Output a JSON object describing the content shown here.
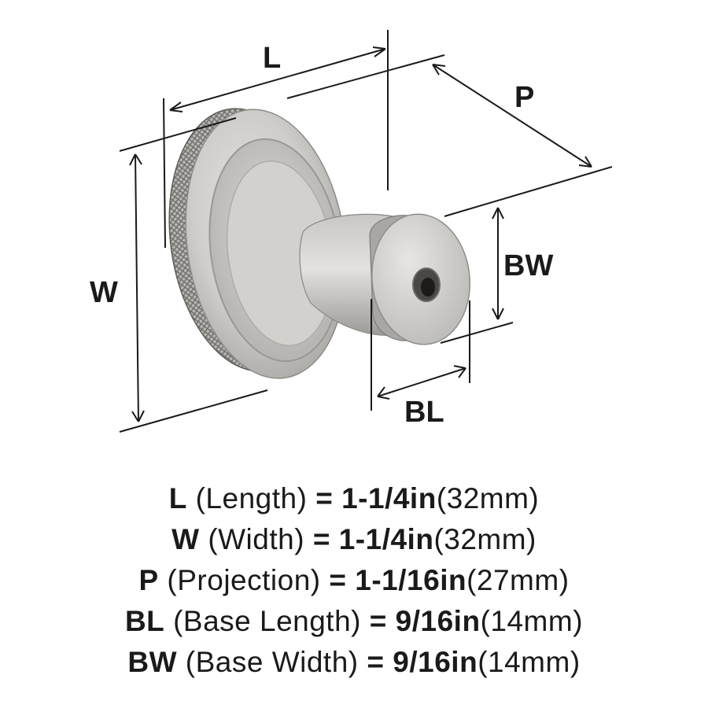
{
  "diagram": {
    "dimension_labels": {
      "length": "L",
      "width": "W",
      "projection": "P",
      "base_width": "BW",
      "base_length": "BL"
    }
  },
  "specs": [
    {
      "abbr": "L",
      "name": "(Length)",
      "equals": "=",
      "imperial": "1-1/4in",
      "metric": "(32mm)"
    },
    {
      "abbr": "W",
      "name": "(Width)",
      "equals": "=",
      "imperial": "1-1/4in",
      "metric": "(32mm)"
    },
    {
      "abbr": "P",
      "name": "(Projection)",
      "equals": "=",
      "imperial": "1-1/16in",
      "metric": "(27mm)"
    },
    {
      "abbr": "BL",
      "name": "(Base Length)",
      "equals": "=",
      "imperial": "9/16in",
      "metric": "(14mm)"
    },
    {
      "abbr": "BW",
      "name": "(Base Width)",
      "equals": "=",
      "imperial": "9/16in",
      "metric": "(14mm)"
    }
  ]
}
